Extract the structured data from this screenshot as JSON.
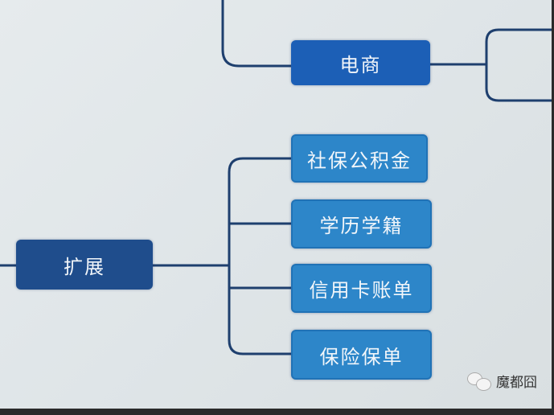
{
  "nodes": {
    "ecommerce": "电商",
    "extension": "扩展",
    "children": [
      "社保公积金",
      "学历学籍",
      "信用卡账单",
      "保险保单"
    ]
  },
  "watermark": {
    "text": "魔都囧",
    "icon": "wechat-icon"
  },
  "colors": {
    "line": "#1e3f6e",
    "root": "#1f4d8c",
    "hub": "#1c5fb6",
    "leaf": "#2d86c9"
  }
}
